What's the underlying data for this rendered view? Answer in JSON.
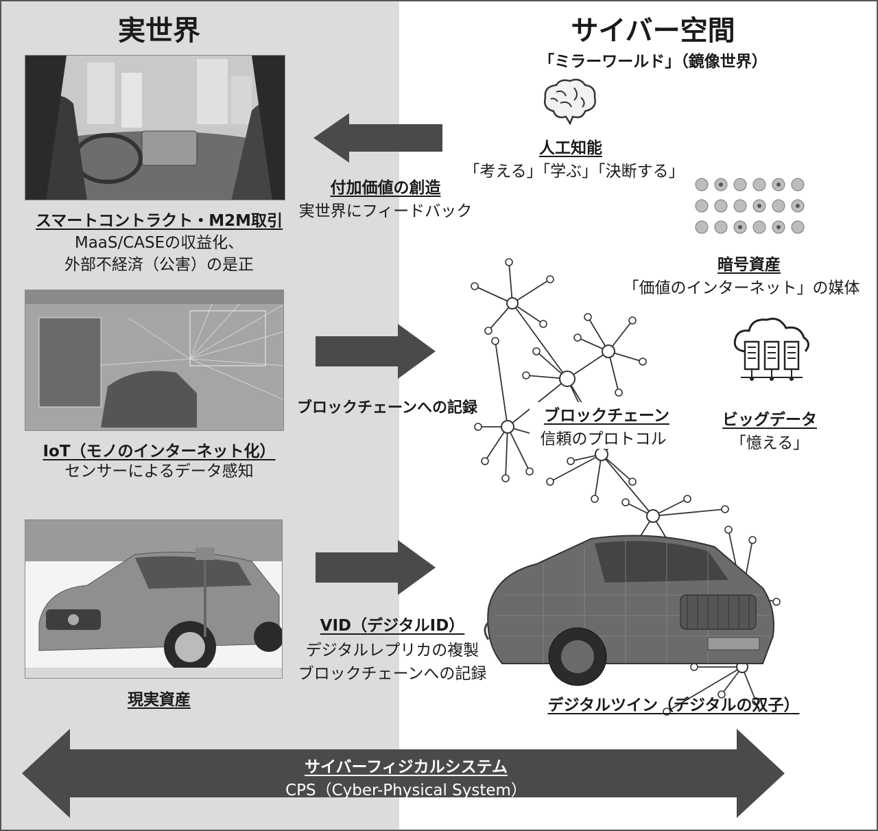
{
  "left_header": "実世界",
  "right_header": "サイバー空間",
  "right_subheader": "「ミラーワールド」（鏡像世界）",
  "real": {
    "smart_contract": {
      "title": "スマートコントラクト・M2M取引",
      "line1": "MaaS/CASEの収益化、",
      "line2": "外部不経済（公害）の是正"
    },
    "iot": {
      "title": "IoT（モノのインターネット化）",
      "line1": "センサーによるデータ感知"
    },
    "real_asset": {
      "title": "現実資産"
    }
  },
  "arrows": {
    "value_creation": {
      "title": "付加価値の創造",
      "line1": "実世界にフィードバック"
    },
    "record": {
      "title": "ブロックチェーンへの記録"
    },
    "vid": {
      "title": "VID（デジタルID）",
      "line1": "デジタルレプリカの複製",
      "line2": "ブロックチェーンへの記録"
    }
  },
  "cyber": {
    "ai": {
      "title": "人工知能",
      "line1": "「考える」「学ぶ」「決断する」"
    },
    "crypto": {
      "title": "暗号資産",
      "line1": "「価値のインターネット」の媒体"
    },
    "blockchain": {
      "title": "ブロックチェーン",
      "line1": "信頼のプロトコル"
    },
    "bigdata": {
      "title": "ビッグデータ",
      "line1": "「憶える」"
    },
    "twin": {
      "title": "デジタルツイン（デジタルの双子）"
    }
  },
  "cps": {
    "title": "サイバーフィジカルシステム",
    "line1": "CPS（Cyber-Physical System）"
  },
  "colors": {
    "left_bg": "#dcdcdc",
    "arrow": "#4a4a4a",
    "text": "#1a1a1a"
  }
}
